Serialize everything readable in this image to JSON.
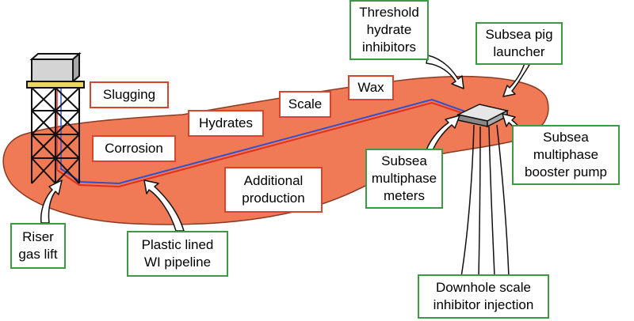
{
  "colors": {
    "field_fill": "#f07a55",
    "field_outline": "#8a3a22",
    "problem_border": "#d9442e",
    "solution_border": "#3c9a46",
    "pipeline_red": "#e03020",
    "pipeline_blue": "#3050d0"
  },
  "problems": {
    "slugging": "Slugging",
    "corrosion": "Corrosion",
    "hydrates": "Hydrates",
    "scale": "Scale",
    "wax": "Wax"
  },
  "solutions": {
    "threshold_hydrate_inhibitors": "Threshold\nhydrate\ninhibitors",
    "subsea_pig_launcher": "Subsea pig\nlauncher",
    "subsea_multiphase_booster_pump": "Subsea\nmultiphase\nbooster pump",
    "subsea_multiphase_meters": "Subsea\nmultiphase\nmeters",
    "additional_production": "Additional\nproduction",
    "riser_gas_lift": "Riser\ngas lift",
    "plastic_lined_wi_pipeline": "Plastic lined\nWI pipeline",
    "downhole_scale_inhibitor_injection": "Downhole scale\ninhibitor injection"
  }
}
